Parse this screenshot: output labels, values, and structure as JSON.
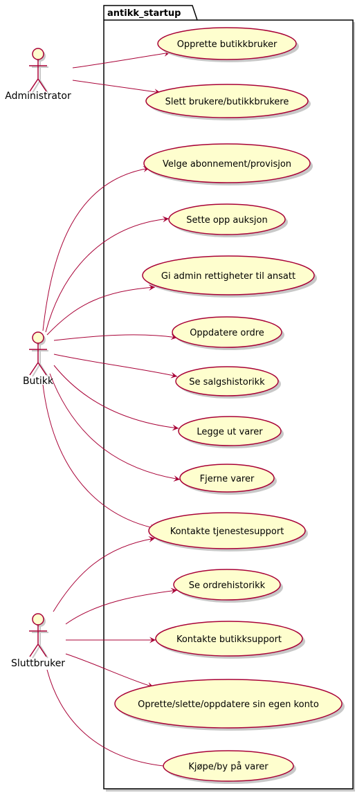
{
  "package": {
    "name": "antikk_startup"
  },
  "actors": [
    {
      "id": "admin",
      "label": "Administrator"
    },
    {
      "id": "butikk",
      "label": "Butikk"
    },
    {
      "id": "slutt",
      "label": "Sluttbruker"
    }
  ],
  "usecases": [
    {
      "id": "uc1",
      "label": "Opprette butikkbruker"
    },
    {
      "id": "uc2",
      "label": "Slett brukere/butikkbrukere"
    },
    {
      "id": "uc3",
      "label": "Velge abonnement/provisjon"
    },
    {
      "id": "uc4",
      "label": "Sette opp auksjon"
    },
    {
      "id": "uc5",
      "label": "Gi admin rettigheter til ansatt"
    },
    {
      "id": "uc6",
      "label": "Oppdatere ordre"
    },
    {
      "id": "uc7",
      "label": "Se salgshistorikk"
    },
    {
      "id": "uc8",
      "label": "Legge ut varer"
    },
    {
      "id": "uc9",
      "label": "Fjerne varer"
    },
    {
      "id": "uc10",
      "label": "Kontakte tjenestesupport"
    },
    {
      "id": "uc11",
      "label": "Se ordrehistorikk"
    },
    {
      "id": "uc12",
      "label": "Kontakte butikksupport"
    },
    {
      "id": "uc13",
      "label": "Oprette/slette/oppdatere sin egen konto"
    },
    {
      "id": "uc14",
      "label": "Kjøpe/by på varer"
    }
  ],
  "associations": [
    {
      "from": "admin",
      "to": "uc1"
    },
    {
      "from": "admin",
      "to": "uc2"
    },
    {
      "from": "butikk",
      "to": "uc3"
    },
    {
      "from": "butikk",
      "to": "uc4"
    },
    {
      "from": "butikk",
      "to": "uc5"
    },
    {
      "from": "butikk",
      "to": "uc6"
    },
    {
      "from": "butikk",
      "to": "uc7"
    },
    {
      "from": "butikk",
      "to": "uc8"
    },
    {
      "from": "butikk",
      "to": "uc9"
    },
    {
      "from": "butikk",
      "to": "uc10"
    },
    {
      "from": "slutt",
      "to": "uc10"
    },
    {
      "from": "slutt",
      "to": "uc11"
    },
    {
      "from": "slutt",
      "to": "uc12"
    },
    {
      "from": "slutt",
      "to": "uc13"
    },
    {
      "from": "slutt",
      "to": "uc14"
    }
  ],
  "colors": {
    "usecase_fill": "#FEFECE",
    "border": "#A80036",
    "line": "#A80036",
    "shadow": "#C8C8C8",
    "package_border": "#000000",
    "text": "#000000"
  }
}
